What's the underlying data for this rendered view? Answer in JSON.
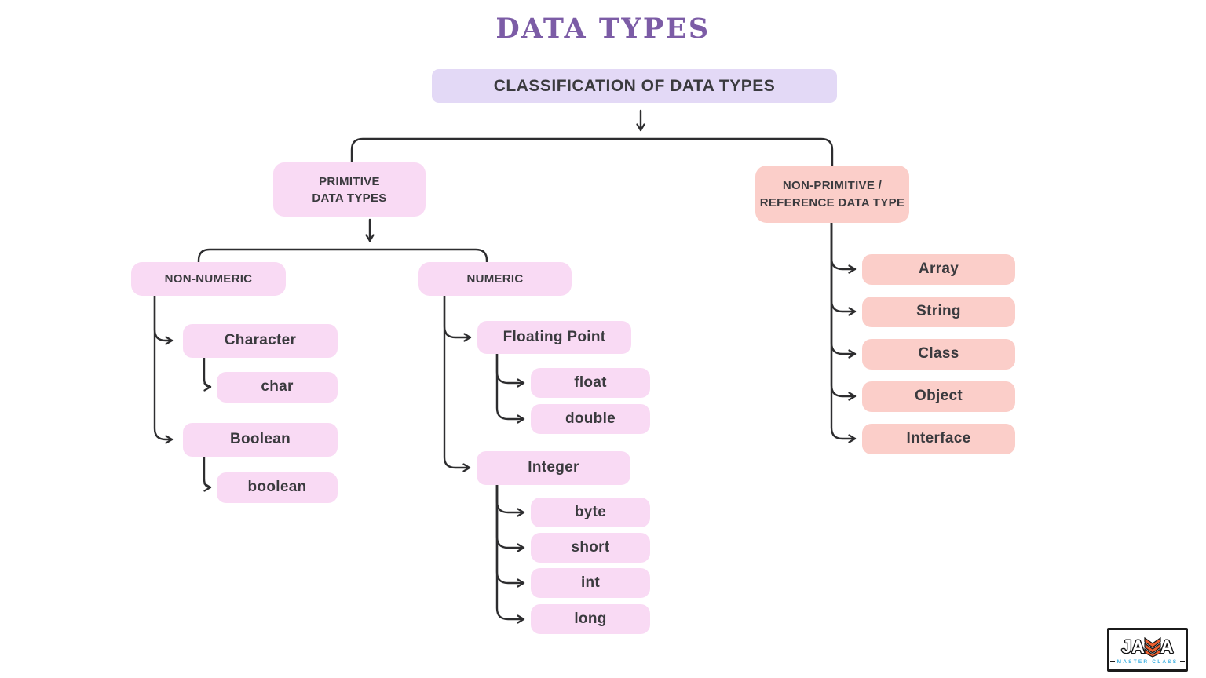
{
  "title": "DATA TYPES",
  "classification": {
    "label": "CLASSIFICATION OF DATA TYPES"
  },
  "primitive": {
    "label": "PRIMITIVE\nDATA TYPES",
    "non_numeric": {
      "label": "NON-NUMERIC",
      "character": {
        "label": "Character",
        "primitive": {
          "label": "char"
        }
      },
      "boolean": {
        "label": "Boolean",
        "primitive": {
          "label": "boolean"
        }
      }
    },
    "numeric": {
      "label": "NUMERIC",
      "floating_point": {
        "label": "Floating Point",
        "float": {
          "label": "float"
        },
        "double": {
          "label": "double"
        }
      },
      "integer": {
        "label": "Integer",
        "byte": {
          "label": "byte"
        },
        "short": {
          "label": "short"
        },
        "int": {
          "label": "int"
        },
        "long": {
          "label": "long"
        }
      }
    }
  },
  "non_primitive": {
    "label": "NON-PRIMITIVE / REFERENCE DATA TYPE",
    "array": {
      "label": "Array"
    },
    "string": {
      "label": "String"
    },
    "class": {
      "label": "Class"
    },
    "object": {
      "label": "Object"
    },
    "interface": {
      "label": "Interface"
    }
  },
  "logo": {
    "brand_prefix": "JA",
    "brand_suffix": "A",
    "tagline": "MASTER CLASS"
  },
  "colors": {
    "title_purple": "#7c5ca6",
    "lavender_box": "#e3d9f6",
    "pink_box": "#f9daf4",
    "salmon_box": "#fbcec9",
    "connector_line": "#2d2d2f",
    "text_dark": "#3a3a3e",
    "logo_orange": "#f05f2e",
    "logo_blue": "#3fb0e0"
  }
}
